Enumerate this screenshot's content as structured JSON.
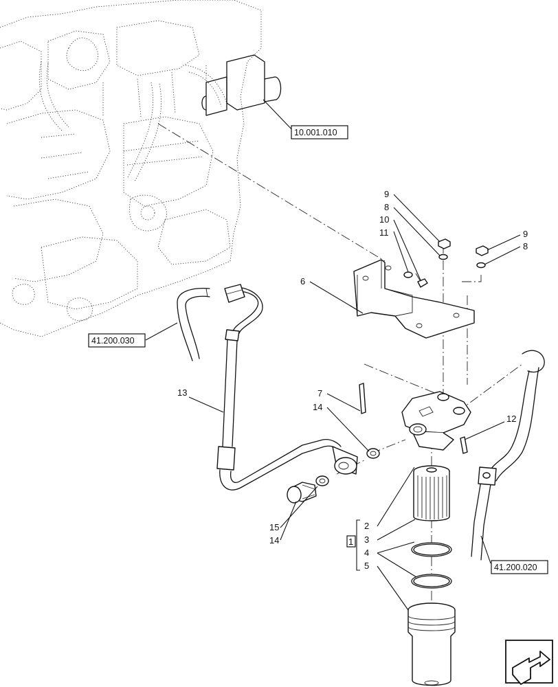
{
  "references": {
    "ref_engine": "10.001.010",
    "ref_hose_left": "41.200.030",
    "ref_hose_right": "41.200.020"
  },
  "callouts": {
    "c9a": "9",
    "c8a": "8",
    "c10": "10",
    "c11": "11",
    "c9b": "9",
    "c8b": "8",
    "c6": "6",
    "c7": "7",
    "c14a": "14",
    "c12": "12",
    "c13": "13",
    "c2": "2",
    "c3": "3",
    "c1": "1",
    "c4": "4",
    "c5": "5",
    "c15": "15",
    "c14b": "14"
  },
  "icons": {
    "navigation": "next-page-arrow-icon"
  }
}
